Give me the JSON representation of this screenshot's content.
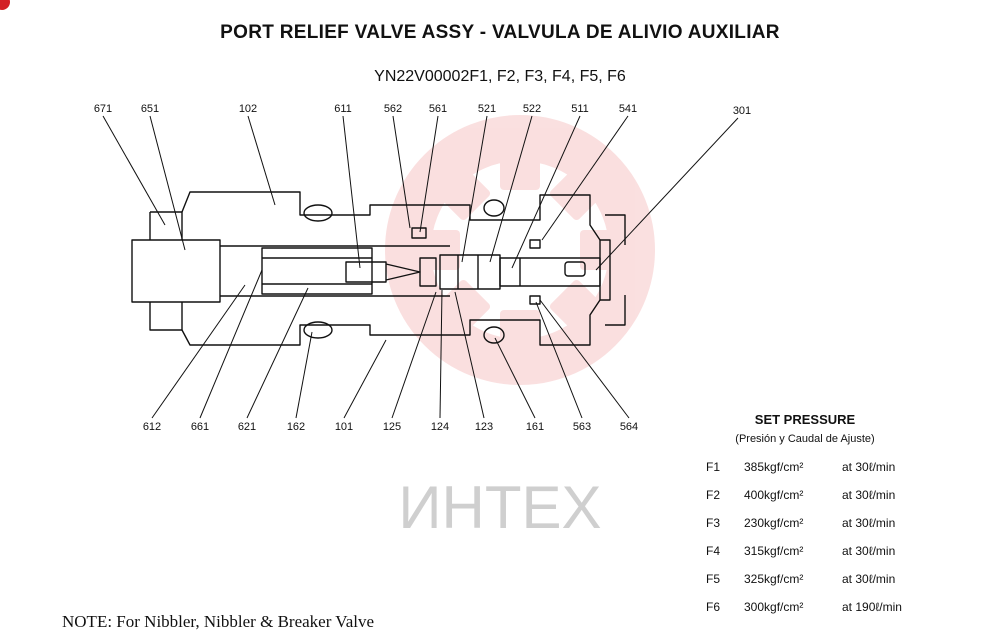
{
  "title": "PORT RELIEF VALVE ASSY - VALVULA DE ALIVIO AUXILIAR",
  "model_code": "YN22V00002F1, F2, F3, F4, F5, F6",
  "watermark": "ИНТЕХ",
  "part_labels_top": [
    "671",
    "651",
    "102",
    "611",
    "562",
    "561",
    "521",
    "522",
    "511",
    "541",
    "301"
  ],
  "part_labels_bottom": [
    "612",
    "661",
    "621",
    "162",
    "101",
    "125",
    "124",
    "123",
    "161",
    "563",
    "564"
  ],
  "set_pressure": {
    "title": "SET PRESSURE",
    "subtitle": "(Presión y Caudal de Ajuste)",
    "rows": [
      {
        "code": "F1",
        "pressure": "385kgf/cm²",
        "flow": "at 30ℓ/min"
      },
      {
        "code": "F2",
        "pressure": "400kgf/cm²",
        "flow": "at 30ℓ/min"
      },
      {
        "code": "F3",
        "pressure": "230kgf/cm²",
        "flow": "at 30ℓ/min"
      },
      {
        "code": "F4",
        "pressure": "315kgf/cm²",
        "flow": "at 30ℓ/min"
      },
      {
        "code": "F5",
        "pressure": "325kgf/cm²",
        "flow": "at 30ℓ/min"
      },
      {
        "code": "F6",
        "pressure": "300kgf/cm²",
        "flow": "at 190ℓ/min"
      }
    ]
  },
  "note": "NOTE: For Nibbler, Nibbler & Breaker Valve",
  "colors": {
    "watermark_red": "#f6c6c6",
    "watermark_gray": "#cfcfcf",
    "badge": "#d31f26"
  }
}
